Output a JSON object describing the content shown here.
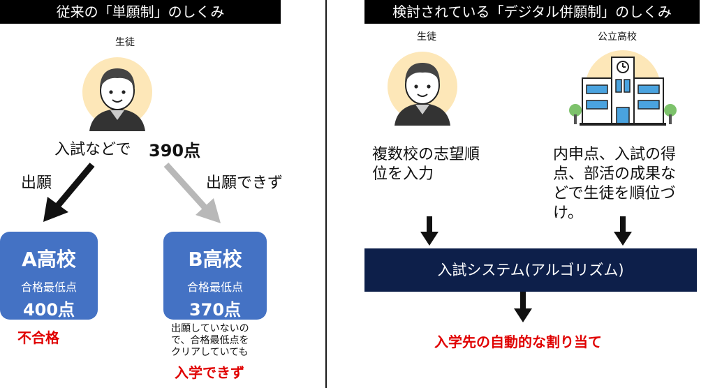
{
  "left": {
    "header": "従来の「単願制」のしくみ",
    "student_label": "生徒",
    "exam_text": "入試などで",
    "exam_score": "390点",
    "apply_label": "出願",
    "no_apply_label": "出願できず",
    "school_a": {
      "name": "A高校",
      "min_label": "合格最低点",
      "min_score": "400点",
      "result": "不合格"
    },
    "school_b": {
      "name": "B高校",
      "min_label": "合格最低点",
      "min_score": "370点",
      "note_lines": [
        "出願していないの",
        "で、合格最低点を",
        "クリアしていても"
      ],
      "result": "入学できず"
    }
  },
  "right": {
    "header": "検討されている「デジタル併願制」のしくみ",
    "student_label": "生徒",
    "school_label": "公立高校",
    "student_text_lines": [
      "複数校の志望順",
      "位を入力"
    ],
    "school_text_lines": [
      "内申点、入試の得",
      "点、部活の成果な",
      "どで生徒を順位づ",
      "け。"
    ],
    "system_label": "入試システム(アルゴリズム)",
    "result": "入学先の自動的な割り当て"
  },
  "colors": {
    "school_box": "#4472c4",
    "system_box": "#0d1f4a",
    "result_red": "#e00000",
    "avatar_circle": "#fde7b8"
  }
}
